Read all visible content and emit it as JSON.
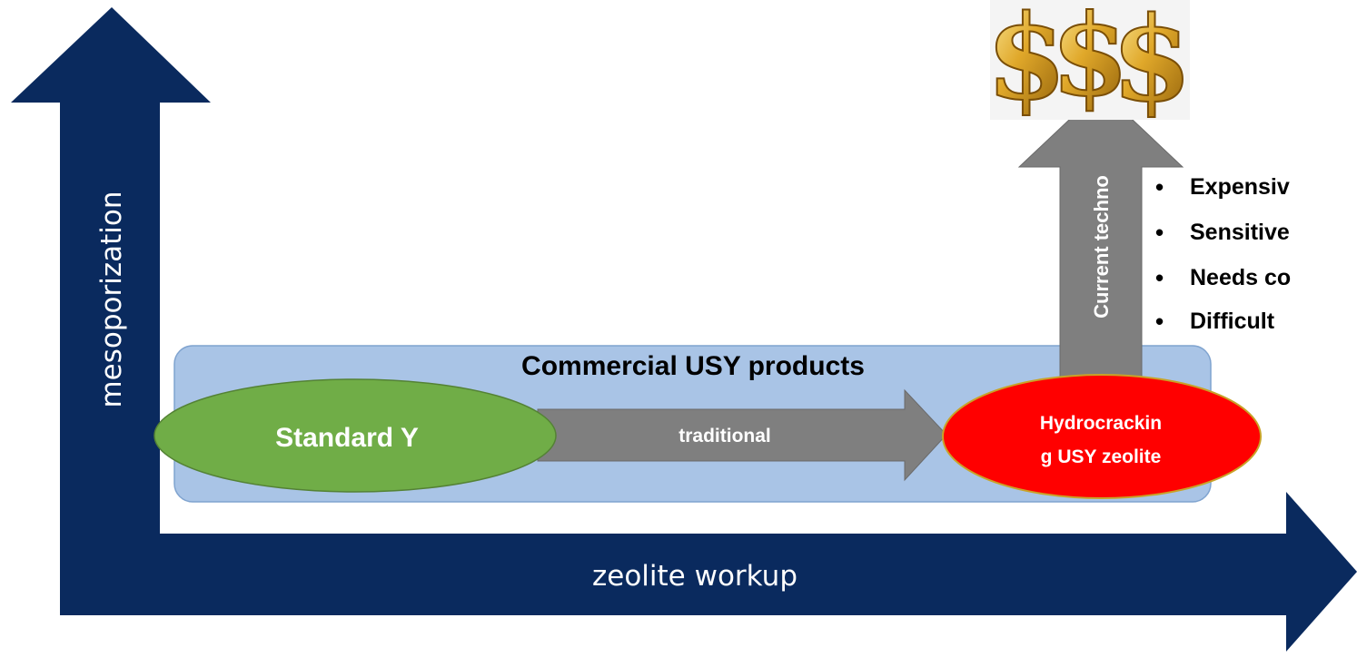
{
  "axes": {
    "y_label": "mesoporization",
    "x_label": "zeolite workup"
  },
  "group": {
    "title": "Commercial USY products"
  },
  "nodes": {
    "standard_y": "Standard Y",
    "hydrocracking_line1": "Hydrocrackin",
    "hydrocracking_line2": "g USY zeolite"
  },
  "arrows": {
    "traditional": "traditional",
    "current_techno": "Current techno"
  },
  "bullets": [
    "Expensiv",
    "Sensitive",
    "Needs co",
    "Difficult"
  ],
  "icons": {
    "money": "dollar-signs-icon"
  },
  "colors": {
    "axis_navy": "#0a2a5e",
    "group_fill": "#a9c4e6",
    "group_stroke": "#7fa3cf",
    "standard_y_fill": "#70ad47",
    "hydrocracking_fill": "#ff0000",
    "hydrocracking_stroke": "#c9a227",
    "gray_arrow": "#7f7f7f",
    "gold": "#d9a520"
  }
}
